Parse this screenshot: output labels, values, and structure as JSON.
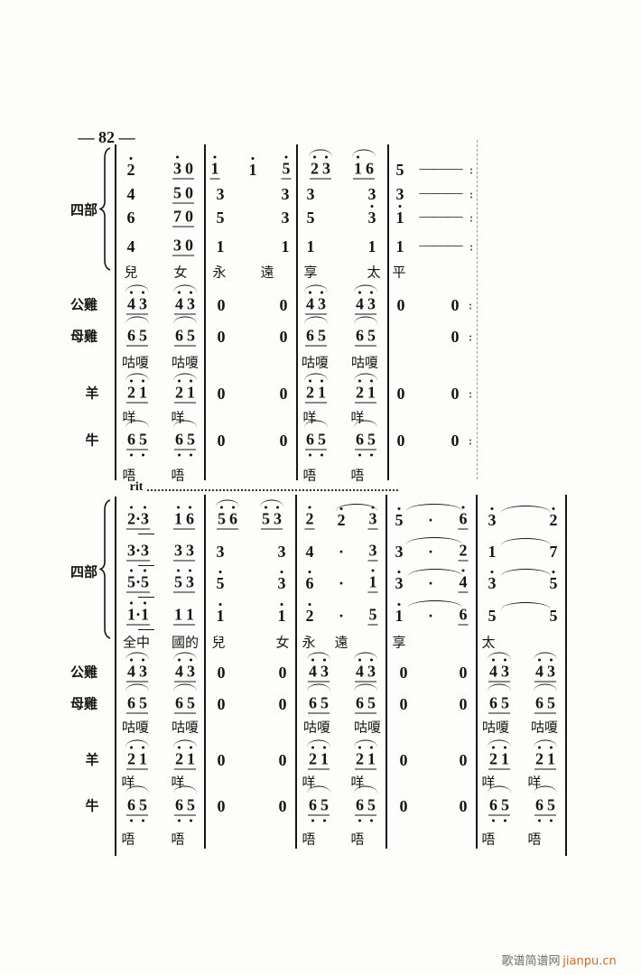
{
  "page_number": "— 82 —",
  "labels": {
    "choir": "四部",
    "rooster": "公雞",
    "hen": "母雞",
    "sheep": "羊",
    "cow": "牛"
  },
  "systems": [
    {
      "choir": {
        "part1": [
          [
            "2̇",
            "3̇ 0"
          ],
          [
            "1̇",
            "1̇",
            "5̇"
          ],
          [
            "2̇ 3̇",
            "1̇ 6"
          ],
          [
            "5",
            "———"
          ]
        ],
        "part2": [
          [
            "4",
            "5 0"
          ],
          [
            "3",
            "3"
          ],
          [
            "3",
            "3̣"
          ],
          [
            "3",
            "———"
          ]
        ],
        "part3": [
          [
            "6",
            "7 0"
          ],
          [
            "5",
            "3"
          ],
          [
            "5",
            "3"
          ],
          [
            "1̇",
            "———"
          ]
        ],
        "part4": [
          [
            "4",
            "3 0"
          ],
          [
            "1",
            "1"
          ],
          [
            "1",
            "1"
          ],
          [
            "1",
            "———"
          ]
        ],
        "lyrics": [
          [
            "兒",
            "女"
          ],
          [
            "永",
            "遠"
          ],
          [
            "享",
            "太"
          ],
          [
            "平"
          ]
        ]
      },
      "rooster": [
        [
          "4̇ 3̇",
          "4̇ 3̇"
        ],
        [
          "0",
          "0"
        ],
        [
          "4̇ 3̇",
          "4̇ 3̇"
        ],
        [
          "0",
          "0"
        ]
      ],
      "hen": [
        [
          "6 5",
          "6 5"
        ],
        [
          "0",
          "0"
        ],
        [
          "6 5",
          "6 5"
        ],
        [
          "",
          "0"
        ]
      ],
      "hen_lyrics": [
        [
          "咕嗄",
          "咕嗄"
        ],
        [],
        [
          "咕嗄",
          "咕嗄"
        ],
        []
      ],
      "sheep": [
        [
          "2̇ 1̇",
          "2̇ 1̇"
        ],
        [
          "0",
          "0"
        ],
        [
          "2̇ 1̇",
          "2̇ 1̇"
        ],
        [
          "0",
          "0"
        ]
      ],
      "sheep_lyrics": [
        [
          "咩",
          "咩"
        ],
        [],
        [
          "咩",
          "咩"
        ],
        []
      ],
      "cow": [
        [
          "6̣ 5̣",
          "6̣ 5̣"
        ],
        [
          "0",
          "0"
        ],
        [
          "6̣ 5̣",
          "6̣ 5̣"
        ],
        [
          "0",
          "0"
        ]
      ],
      "cow_lyrics": [
        [
          "唔",
          "唔"
        ],
        [],
        [
          "唔",
          "唔"
        ],
        []
      ],
      "end_sign": ":"
    },
    {
      "tempo_mark": "rit",
      "choir": {
        "part1": [
          [
            "2̇·3̇",
            "1̇ 6̇"
          ],
          [
            "5̇ 6̇",
            "5̇ 3̇"
          ],
          [
            "2̇",
            "2̇",
            "3̇"
          ],
          [
            "5̇",
            "·",
            "6̇"
          ],
          [
            "3̇",
            "2̇"
          ]
        ],
        "part2": [
          [
            "3·3",
            "3 3"
          ],
          [
            "3",
            "3"
          ],
          [
            "4",
            "·",
            "3"
          ],
          [
            "3",
            "·",
            "2"
          ],
          [
            "1",
            "7"
          ]
        ],
        "part3": [
          [
            "5̇·5̇",
            "5̇ 3̇"
          ],
          [
            "5̇",
            "3̇"
          ],
          [
            "6̇",
            "·",
            "1̇"
          ],
          [
            "3̇",
            "·",
            "4̇"
          ],
          [
            "3̇",
            "5̇"
          ]
        ],
        "part4": [
          [
            "1̇·1̇",
            "1 1"
          ],
          [
            "1̇",
            "1̇"
          ],
          [
            "2̇",
            "·",
            "5"
          ],
          [
            "1̇",
            "·",
            "6"
          ],
          [
            "5",
            "5"
          ]
        ],
        "lyrics": [
          [
            "全中",
            "國的"
          ],
          [
            "兒",
            "女"
          ],
          [
            "永",
            "遠"
          ],
          [
            "享"
          ],
          [
            "太"
          ]
        ]
      },
      "rooster": [
        [
          "4̇ 3̇",
          "4̇ 3̇"
        ],
        [
          "0",
          "0"
        ],
        [
          "4̇ 3̇",
          "4̇ 3̇"
        ],
        [
          "0",
          "0"
        ],
        [
          "4̇ 3̇",
          "4̇ 3̇"
        ]
      ],
      "hen": [
        [
          "6 5",
          "6 5"
        ],
        [
          "0",
          "0"
        ],
        [
          "6 5",
          "6 5"
        ],
        [
          "0",
          "0"
        ],
        [
          "6 5",
          "6 5"
        ]
      ],
      "hen_lyrics": [
        [
          "咕嗄",
          "咕嗄"
        ],
        [],
        [
          "咕嗄",
          "咕嗄"
        ],
        [],
        [
          "咕嗄",
          "咕嗄"
        ]
      ],
      "sheep": [
        [
          "2̇ 1̇",
          "2̇ 1̇"
        ],
        [
          "0",
          "0"
        ],
        [
          "2̇ 1̇",
          "2̇ 1̇"
        ],
        [
          "0",
          "0"
        ],
        [
          "2̇ 1̇",
          "2̇ 1̇"
        ]
      ],
      "sheep_lyrics": [
        [
          "咩",
          "咩"
        ],
        [],
        [
          "咩",
          "咩"
        ],
        [],
        [
          "咩",
          "咩"
        ]
      ],
      "cow": [
        [
          "6̣ 5̣",
          "6̣ 5̣"
        ],
        [
          "0",
          "0"
        ],
        [
          "6̣ 5̣",
          "6̣ 5̣"
        ],
        [
          "0",
          "0"
        ],
        [
          "6̣ 5̣",
          "6̣ 5̣"
        ]
      ],
      "cow_lyrics": [
        [
          "唔",
          "唔"
        ],
        [],
        [
          "唔",
          "唔"
        ],
        [],
        [
          "唔",
          "唔"
        ]
      ]
    }
  ],
  "watermark": {
    "site_name": "歌谱简谱网",
    "domain": "jianpu.cn"
  }
}
